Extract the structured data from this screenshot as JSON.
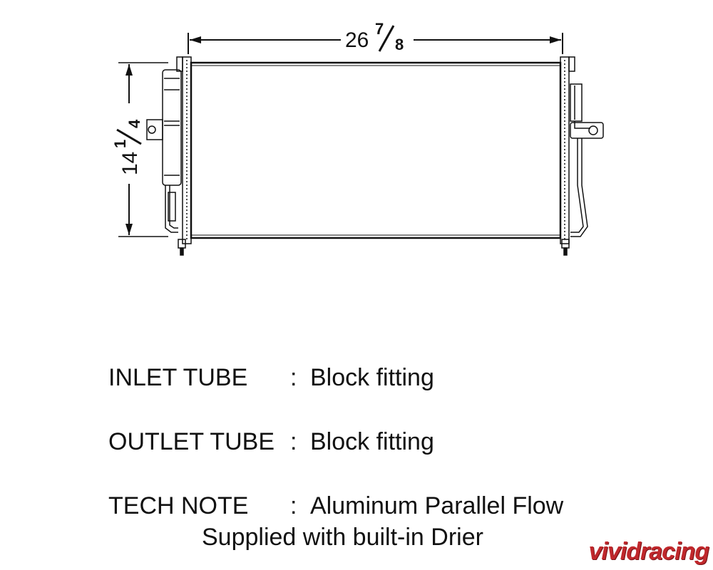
{
  "dimensions": {
    "width_whole": "26",
    "width_num": "7",
    "width_den": "8",
    "height_whole": "14",
    "height_num": "1",
    "height_den": "4"
  },
  "specs": [
    {
      "label": "INLET TUBE",
      "value": "Block fitting"
    },
    {
      "label": "OUTLET TUBE",
      "value": "Block fitting"
    },
    {
      "label": "TECH NOTE",
      "value": "Aluminum Parallel Flow"
    }
  ],
  "spec_continuation": "Supplied with built-in Drier",
  "separator": ":",
  "watermark": "vividracing"
}
